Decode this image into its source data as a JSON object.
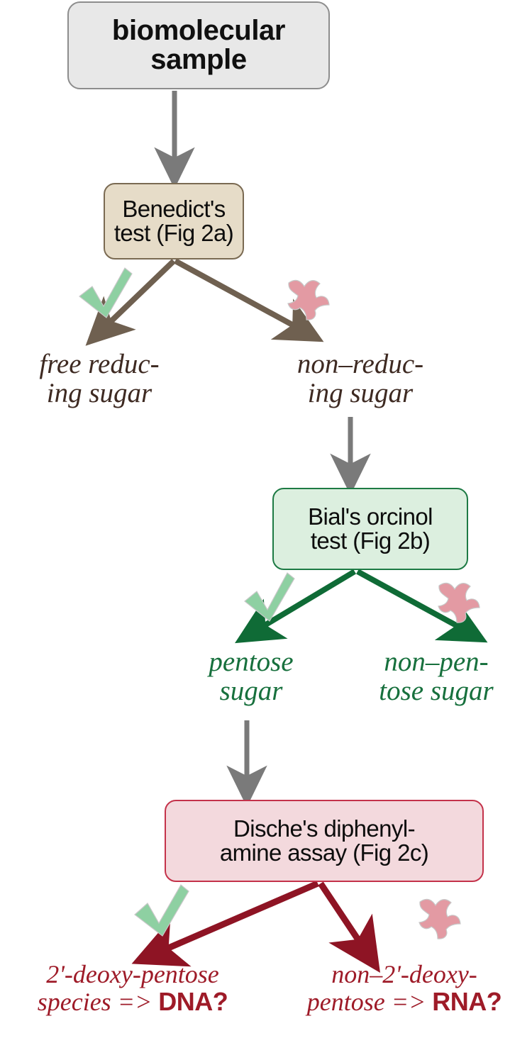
{
  "diagram": {
    "type": "flowchart",
    "title": "Biomolecular sample carbohydrate / nucleic acid identification decision tree",
    "nodes": {
      "start": {
        "label": "biomolecular\nsample"
      },
      "benedict": {
        "label": "Benedict's\ntest (Fig 2a)"
      },
      "bial": {
        "label": "Bial's orcinol\ntest (Fig 2b)"
      },
      "dische": {
        "label": "Dische's diphenyl-\namine assay (Fig 2c)"
      }
    },
    "leaves": {
      "free_reducing": "free reduc-\ning sugar",
      "non_reducing": "non–reduc-\ning sugar",
      "pentose": "pentose\nsugar",
      "non_pentose": "non–pen-\ntose sugar",
      "dna_italic": "2'-deoxy-pentose\nspecies => ",
      "dna_bold": "DNA?",
      "rna_italic": "non–2'-deoxy-\npentose => ",
      "rna_bold": "RNA?"
    },
    "marks": {
      "check": "check-mark",
      "cross": "cross-mark"
    },
    "colors": {
      "start_fill": "#e8e8e8",
      "start_stroke": "#8d8d8d",
      "benedict_fill": "#e6dcc8",
      "benedict_stroke": "#7a6a52",
      "bial_fill": "#dcefdf",
      "bial_stroke": "#1d7a44",
      "dische_fill": "#f3d9dd",
      "dische_stroke": "#c4324a",
      "arrow_gray": "#7a7a7a",
      "arrow_brown": "#6f6050",
      "arrow_green": "#0f6b36",
      "arrow_red": "#8e1424",
      "check_green": "#8ed0a2",
      "cross_pink": "#e39aa3",
      "text_brown": "#3e2a22",
      "text_green": "#17703d",
      "text_red": "#9e1b28"
    }
  }
}
